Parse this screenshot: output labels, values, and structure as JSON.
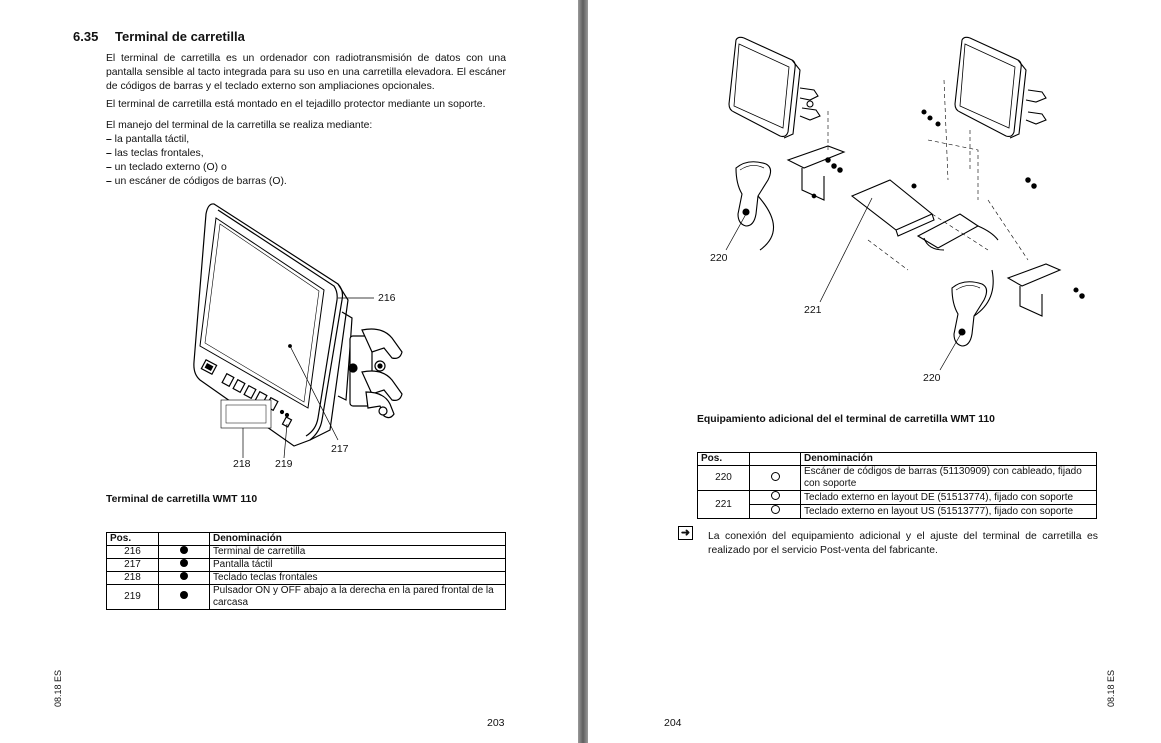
{
  "left": {
    "section_number": "6.35",
    "section_title": "Terminal de carretilla",
    "para1": "El terminal de carretilla es un ordenador con radiotransmisión de datos con una pantalla sensible al tacto integrada para su uso en una carretilla elevadora. El escáner de códigos de barras y el teclado externo son ampliaciones opcionales.",
    "para2": "El terminal de carretilla está montado en el tejadillo protector mediante un soporte.",
    "para3": "El manejo del terminal de la carretilla se realiza mediante:",
    "bullets": [
      "la pantalla táctil,",
      "las teclas frontales,",
      "un teclado externo (O) o",
      "un escáner de códigos de barras (O)."
    ],
    "figure_labels": {
      "l216": "216",
      "l217": "217",
      "l218": "218",
      "l219": "219"
    },
    "caption": "Terminal de carretilla WMT 110",
    "table": {
      "col_pos": "Pos.",
      "col_name": "Denominación",
      "rows": [
        {
          "pos": "216",
          "name": "Terminal de carretilla"
        },
        {
          "pos": "217",
          "name": "Pantalla táctil"
        },
        {
          "pos": "218",
          "name": "Teclado teclas frontales"
        },
        {
          "pos": "219",
          "name": "Pulsador ON y OFF abajo a la derecha en la pared frontal de la carcasa"
        }
      ]
    },
    "side_code": "08.18 ES",
    "page_number": "203"
  },
  "right": {
    "figure_labels": {
      "l220a": "220",
      "l221": "221",
      "l220b": "220"
    },
    "caption": "Equipamiento adicional del el terminal de carretilla WMT 110",
    "table": {
      "col_pos": "Pos.",
      "col_name": "Denominación",
      "rows": [
        {
          "pos": "220",
          "name": "Escáner de códigos de barras (51130909) con cableado, fijado con soporte"
        },
        {
          "pos": "221",
          "name": "Teclado externo en layout DE (51513774), fijado con soporte"
        },
        {
          "pos": "",
          "name": "Teclado externo en layout US (51513777), fijado con soporte"
        }
      ]
    },
    "note_icon": "arrow-right-box-icon",
    "note": "La conexión del equipamiento adicional y el ajuste del terminal de carretilla es realizado por el servicio Post-venta del fabricante.",
    "side_code": "08.18 ES",
    "page_number": "204"
  }
}
